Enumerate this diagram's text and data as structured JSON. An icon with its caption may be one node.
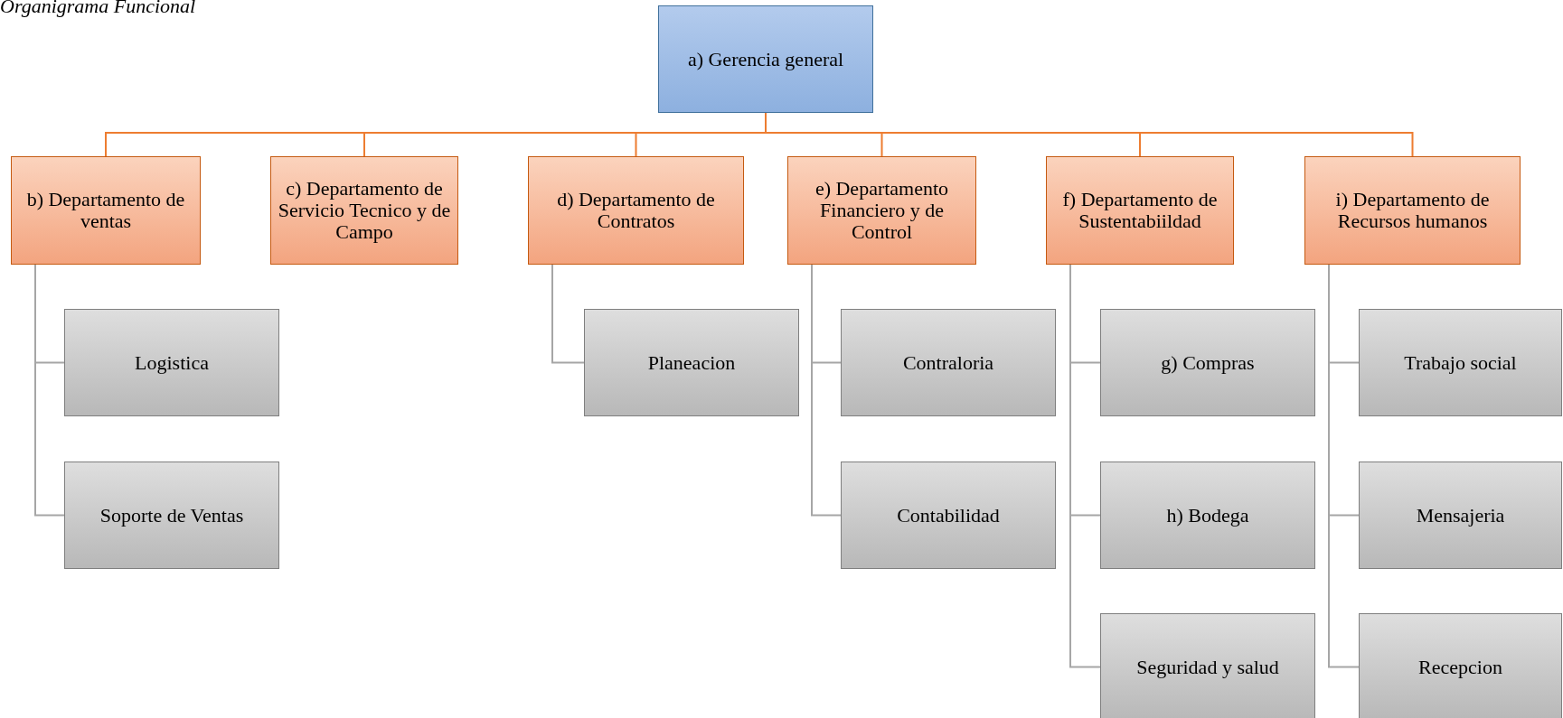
{
  "diagram": {
    "title": "Organigrama Funcional",
    "nodes": [
      {
        "text": [
          "a) Gerencia general"
        ]
      },
      {
        "text": [
          "b) Departamento de ventas"
        ]
      },
      {
        "text": [
          "c) Departamento de Servicio Tecnico y de Campo"
        ]
      },
      {
        "text": [
          "d) Departamento de Contratos"
        ]
      },
      {
        "text": [
          "e) Departamento Financiero y de Control"
        ]
      },
      {
        "text": [
          "f) Departamento de Sustentabiildad"
        ]
      },
      {
        "text": [
          "i) Departamento de Recursos humanos"
        ]
      },
      {
        "text": [
          "Logistica"
        ]
      },
      {
        "text": [
          "Soporte de Ventas"
        ]
      },
      {
        "text": [
          "Planeacion"
        ]
      },
      {
        "text": [
          "Contraloria"
        ]
      },
      {
        "text": [
          "Contabilidad"
        ]
      },
      {
        "text": [
          "g) Compras"
        ]
      },
      {
        "text": [
          "h) Bodega"
        ]
      },
      {
        "text": [
          "Seguridad y salud"
        ]
      },
      {
        "text": [
          "Trabajo social"
        ]
      },
      {
        "text": [
          "Mensajeria"
        ]
      },
      {
        "text": [
          "Recepcion"
        ]
      }
    ],
    "edges": [
      {
        "from": 0,
        "to": 1,
        "arrow": "none",
        "color": "#ed7d31"
      },
      {
        "from": 0,
        "to": 2,
        "arrow": "none",
        "color": "#ed7d31"
      },
      {
        "from": 0,
        "to": 3,
        "arrow": "none",
        "color": "#ed7d31"
      },
      {
        "from": 0,
        "to": 4,
        "arrow": "none",
        "color": "#ed7d31"
      },
      {
        "from": 0,
        "to": 5,
        "arrow": "none",
        "color": "#ed7d31"
      },
      {
        "from": 0,
        "to": 6,
        "arrow": "none",
        "color": "#ed7d31"
      },
      {
        "from": 1,
        "to": 7,
        "arrow": "none"
      },
      {
        "from": 1,
        "to": 8,
        "arrow": "none"
      },
      {
        "from": 3,
        "to": 9,
        "arrow": "none"
      },
      {
        "from": 4,
        "to": 10,
        "arrow": "none"
      },
      {
        "from": 4,
        "to": 11,
        "arrow": "none"
      },
      {
        "from": 5,
        "to": 12,
        "arrow": "none"
      },
      {
        "from": 5,
        "to": 13,
        "arrow": "none"
      },
      {
        "from": 5,
        "to": 14,
        "arrow": "none"
      },
      {
        "from": 6,
        "to": 15,
        "arrow": "none"
      },
      {
        "from": 6,
        "to": 16,
        "arrow": "none"
      },
      {
        "from": 6,
        "to": 17,
        "arrow": "none"
      }
    ]
  }
}
